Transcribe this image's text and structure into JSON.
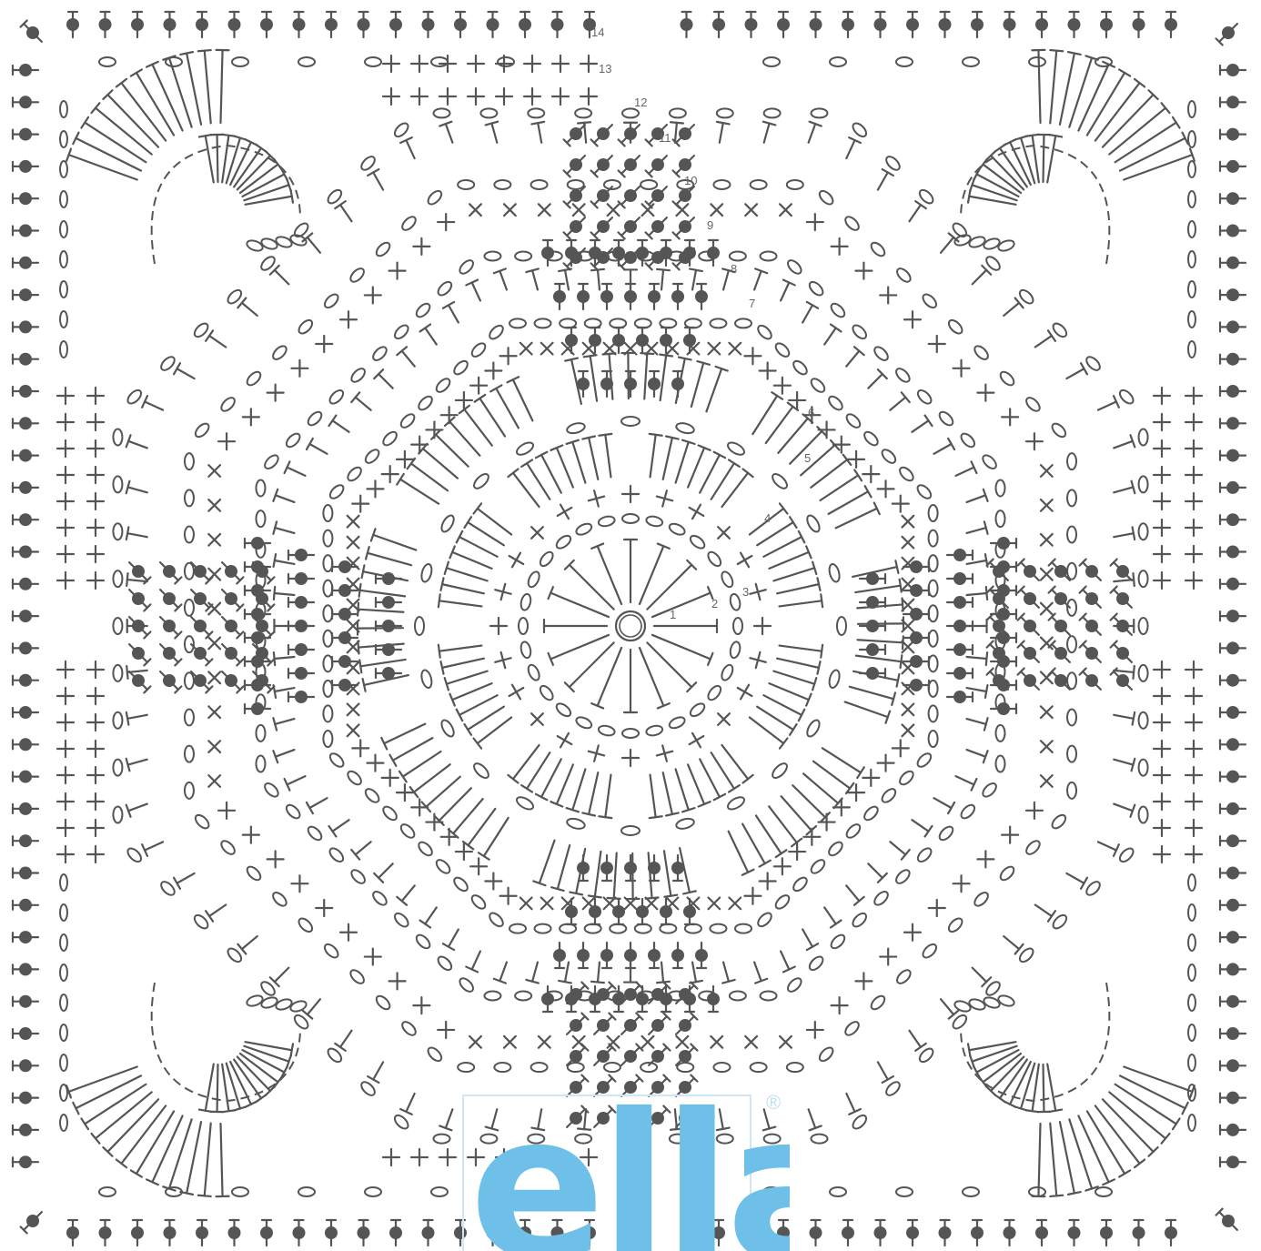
{
  "diagram": {
    "stroke_color": "#555555",
    "background": "#ffffff",
    "round_labels": [
      "1",
      "2",
      "3",
      "4",
      "5",
      "6",
      "7",
      "8",
      "9",
      "10",
      "11",
      "12",
      "13",
      "14"
    ],
    "stitch_symbols": [
      "chain-oval",
      "single-crochet-cross",
      "double-crochet-t",
      "bobble-dot",
      "slip-stitch-dot",
      "magic-ring"
    ],
    "repeats": 4
  },
  "logo": {
    "text": "ella",
    "registered_mark": "®",
    "color": "#6ec0e9"
  }
}
